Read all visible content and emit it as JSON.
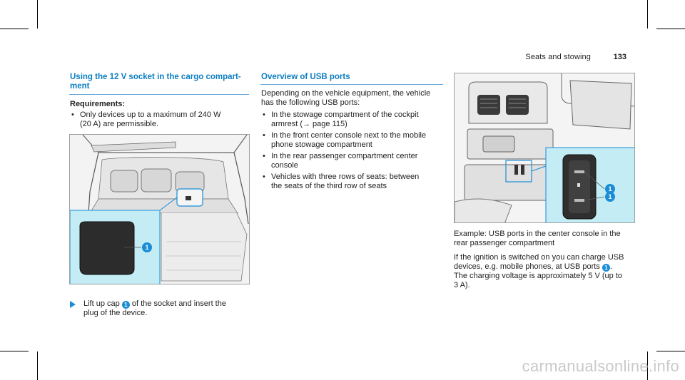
{
  "header": {
    "running_head": "Seats and stowing",
    "page_number": "133"
  },
  "left": {
    "heading_line1": "Using the 12 V socket in the cargo compart-",
    "heading_line2": "ment",
    "requirements_label": "Requirements:",
    "requirement_line1": "Only devices up to a maximum of 240 W",
    "requirement_line2": "(20 A) are permissible.",
    "figure_callout": "1",
    "step_part1": "Lift up cap",
    "step_callout": "1",
    "step_part2": "of the socket and insert the",
    "step_line2": "plug of the device."
  },
  "middle": {
    "heading": "Overview of USB ports",
    "intro_line1": "Depending on the vehicle equipment, the vehicle",
    "intro_line2": "has the following USB ports:",
    "items": [
      {
        "line1": "In the stowage compartment of the cockpit",
        "line2": "armrest (→ page 115)"
      },
      {
        "line1": "In the front center console next to the mobile",
        "line2": "phone stowage compartment"
      },
      {
        "line1": "In the rear passenger compartment center",
        "line2": "console"
      },
      {
        "line1": "Vehicles with three rows of seats: between",
        "line2": "the seats of the third row of seats"
      }
    ]
  },
  "right": {
    "figure_callout_top": "1",
    "figure_callout_bottom": "1",
    "caption_line1": "Example: USB ports in the center console in the",
    "caption_line2": "rear passenger compartment",
    "para_line1": "If the ignition is switched on you can charge USB",
    "para_line2_part1": "devices, e.g. mobile phones, at USB ports",
    "para_callout": "1",
    "para_line2_part2": ".",
    "para_line3": "The charging voltage is approximately 5 V (up to",
    "para_line4": "3 A)."
  },
  "watermark": "carmanualsonline.info",
  "colors": {
    "heading_blue": "#0b7ec2",
    "callout_blue": "#1b8dd6",
    "inset_cyan": "#c3ecf5"
  }
}
